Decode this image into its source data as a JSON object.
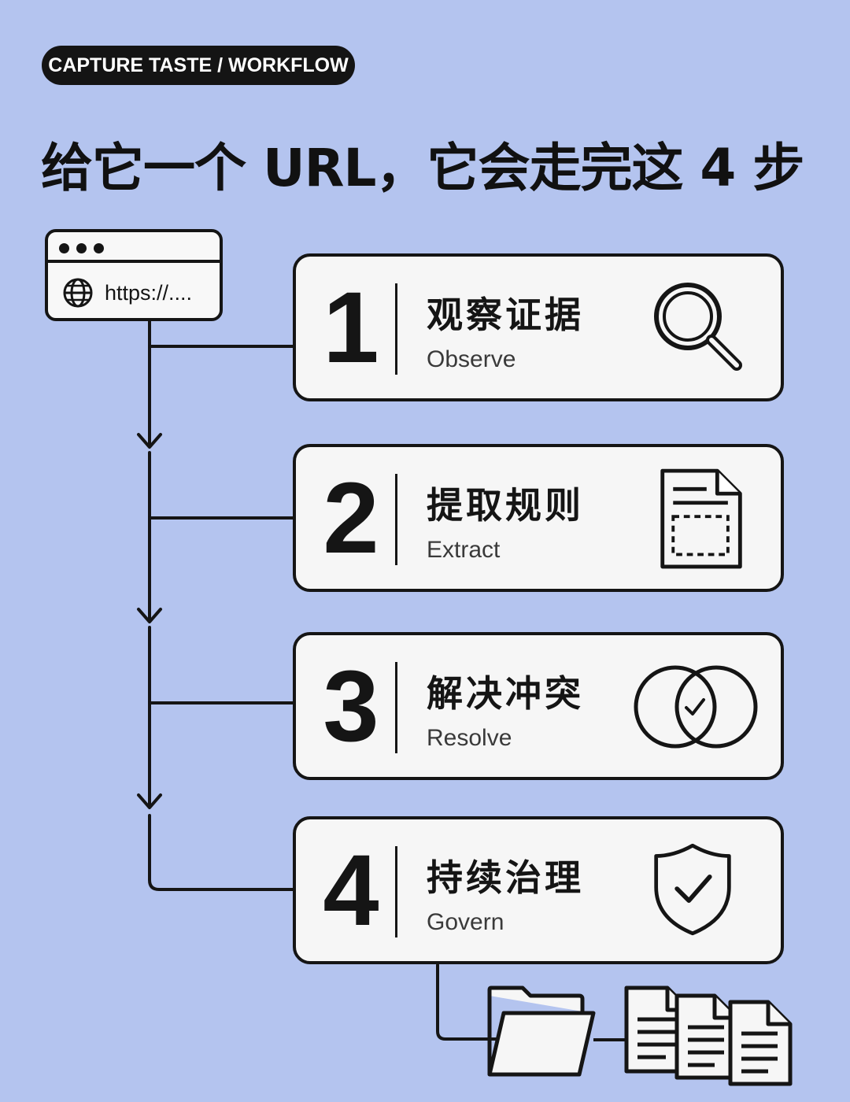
{
  "badge": "CAPTURE TASTE / WORKFLOW",
  "headline": "给它一个 URL，它会走完这 4 步",
  "browser": {
    "url_text": "https://...."
  },
  "steps": [
    {
      "number": "1",
      "title_zh": "观察证据",
      "title_en": "Observe",
      "icon": "magnifier-icon"
    },
    {
      "number": "2",
      "title_zh": "提取规则",
      "title_en": "Extract",
      "icon": "document-selection-icon"
    },
    {
      "number": "3",
      "title_zh": "解决冲突",
      "title_en": "Resolve",
      "icon": "venn-check-icon"
    },
    {
      "number": "4",
      "title_zh": "持续治理",
      "title_en": "Govern",
      "icon": "shield-check-icon"
    }
  ],
  "colors": {
    "background": "#b4c4ef",
    "ink": "#151515",
    "card": "#f6f6f6"
  }
}
